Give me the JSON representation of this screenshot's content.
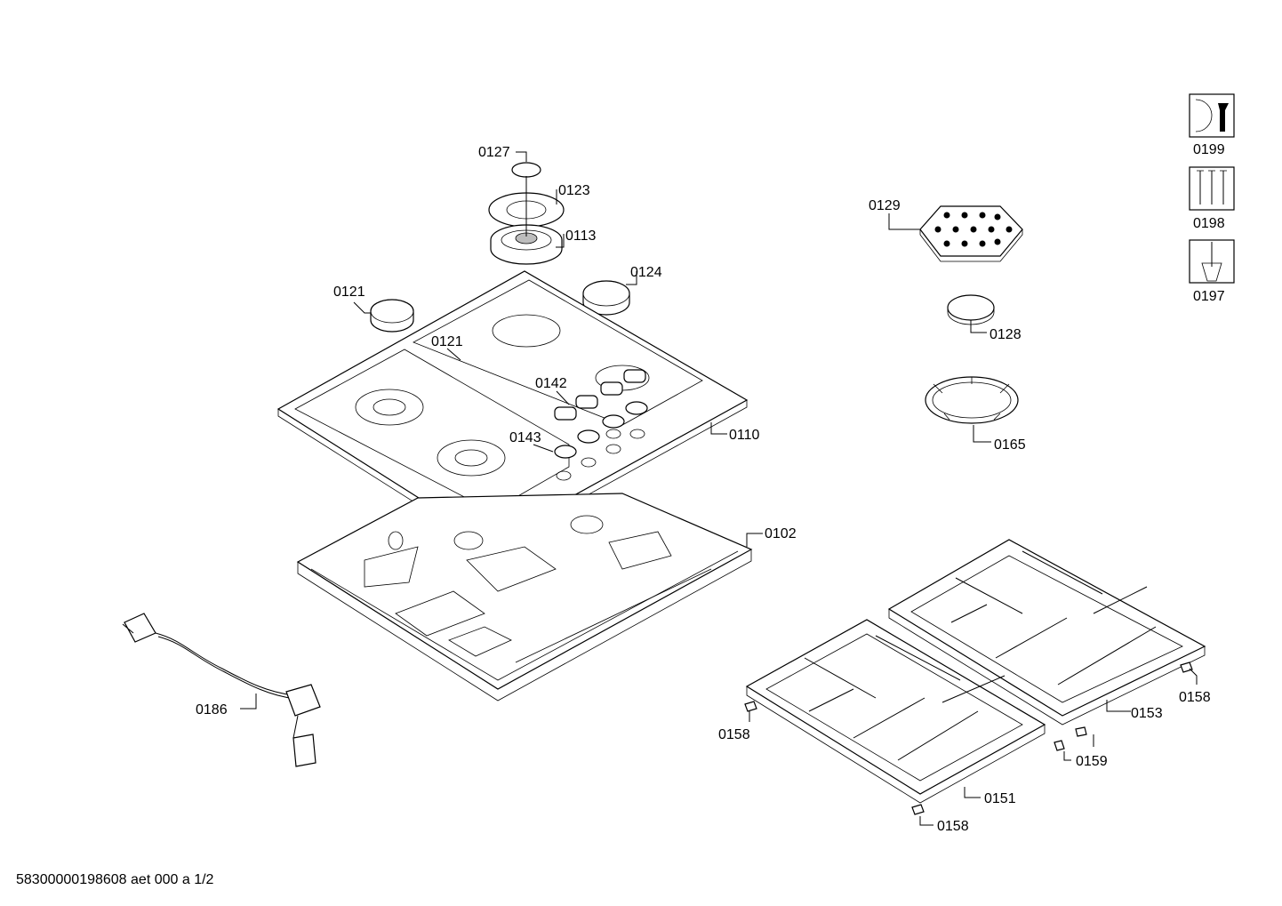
{
  "labels": {
    "l0127": "0127",
    "l0123": "0123",
    "l0113": "0113",
    "l0124": "0124",
    "l0121a": "0121",
    "l0121b": "0121",
    "l0142": "0142",
    "l0143": "0143",
    "l0110": "0110",
    "l0102": "0102",
    "l0186": "0186",
    "l0129": "0129",
    "l0128": "0128",
    "l0165": "0165",
    "l0199": "0199",
    "l0198": "0198",
    "l0197": "0197",
    "l0158a": "0158",
    "l0158b": "0158",
    "l0158c": "0158",
    "l0153": "0153",
    "l0159": "0159",
    "l0151": "0151"
  },
  "footer": "58300000198608 aet 000 a 1/2"
}
